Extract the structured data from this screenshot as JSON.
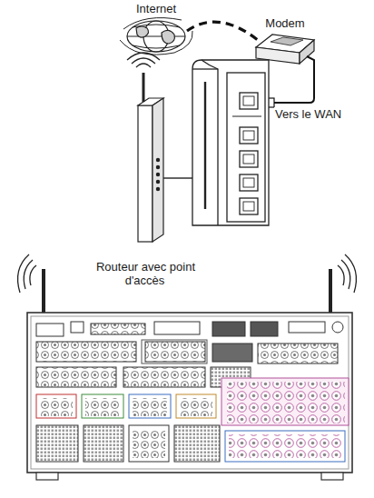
{
  "diagram": {
    "labels": [
      "Internet",
      "Modem",
      "Vers le WAN",
      "Routeur avec point d'accès"
    ]
  }
}
